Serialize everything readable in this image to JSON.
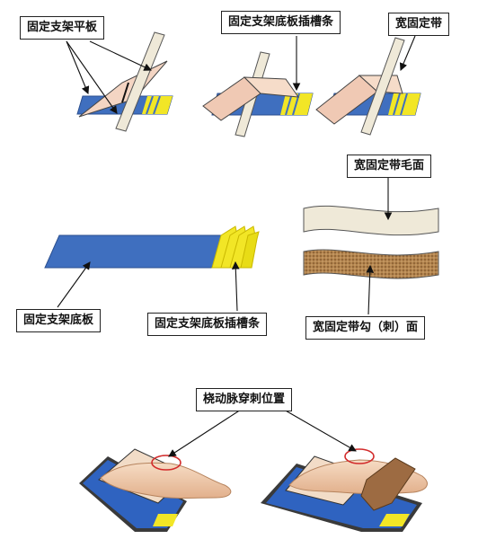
{
  "labels": {
    "plate": "固定支架平板",
    "slot_top": "固定支架底板插槽条",
    "strap_top": "宽固定带",
    "strap_felt": "宽固定带毛面",
    "base": "固定支架底板",
    "slot_mid": "固定支架底板插槽条",
    "strap_hook": "宽固定带勾（刺）面",
    "puncture": "桡动脉穿刺位置"
  },
  "colors": {
    "base_blue": "#3f6fbf",
    "slot_yellow": "#f2e626",
    "plate_pink": "#f4d5c3",
    "strap_beige": "#efe9d8",
    "hook_brown": "#b2834f",
    "marker_red": "#d22a2a",
    "skin": "#f0cdb0"
  }
}
